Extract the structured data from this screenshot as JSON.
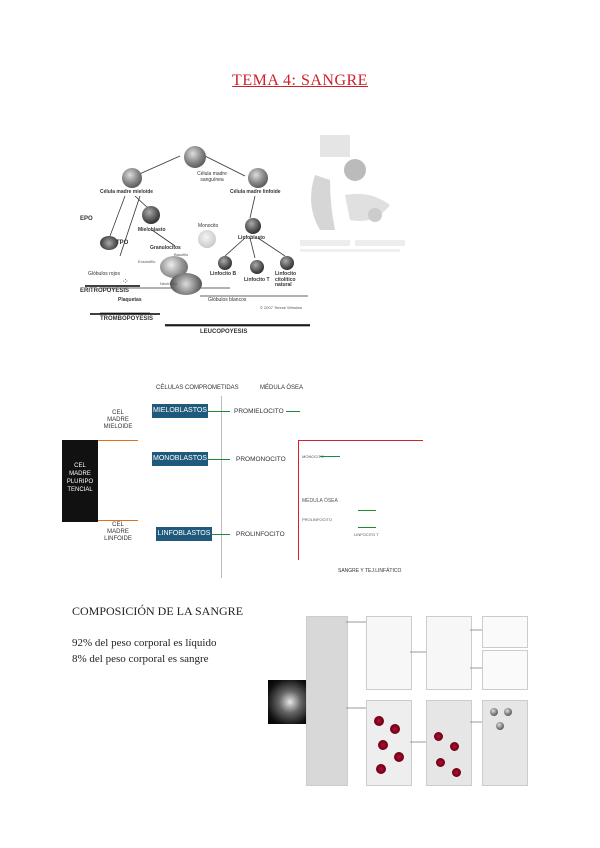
{
  "title": "TEMA 4: SANGRE",
  "figure1": {
    "cells": {
      "stem": "Célula madre sanguínea",
      "myeloid": "Célula madre mieloide",
      "lymphoid": "Célula madre linfoide",
      "myeloblast": "Mieloblasto",
      "lymphoblast": "Linfoblasto",
      "monocyte": "Monocito",
      "granulocytes": "Granulocitos",
      "basophil": "Basófilo",
      "eosinophil": "Eosinófilo",
      "neutrophil": "Neutrófilo",
      "lymphocyte_b": "Linfocito B",
      "lymphocyte_t": "Linfocito T",
      "nk": "Linfocito citolítico natural",
      "rbc": "Glóbulos rojos",
      "platelets": "Plaquetas",
      "wbc": "Glóbulos blancos"
    },
    "factors": {
      "epo": "EPO",
      "tpo": "TPO"
    },
    "processes": {
      "erythro": "ERITROPOYESIS",
      "thrombo": "TROMBOPOYESIS",
      "leuco": "LEUCOPOYESIS"
    },
    "copyright": "© 2007 Terese Winslow"
  },
  "figure2": {
    "header_left": "CÉLULAS COMPROMETIDAS",
    "header_right": "MÉDULA ÓSEA",
    "cel_mieloide": [
      "CEL",
      "MADRE",
      "MIELOIDE"
    ],
    "cel_pluri": [
      "CEL",
      "MADRE",
      "PLURIPO",
      "TENCIAL"
    ],
    "cel_linfoide": [
      "CEL",
      "MADRE",
      "LINFOIDE"
    ],
    "boxes": {
      "mieloblastos": "MIELOBLASTOS",
      "monoblastos": "MONOBLASTOS",
      "linfoblastos": "LINFOBLASTOS"
    },
    "stages": {
      "promielocito": "PROMIELOCITO",
      "promonocito": "PROMONOCITO",
      "prolinfocito": "PROLINFOCITO"
    },
    "monocito": "MONOCITO",
    "medula": "MÉDULA ÓSEA",
    "prolinfocito_small": "PROLINFOCITO",
    "linfocito_t": "LINFOCITO T",
    "footer": "SANGRE Y TEJ.LINFÁTICO"
  },
  "composition": {
    "heading": "COMPOSICIÓN DE LA SANGRE",
    "line1": "92% del peso corporal es líquido",
    "line2": "8% del peso corporal es sangre"
  }
}
